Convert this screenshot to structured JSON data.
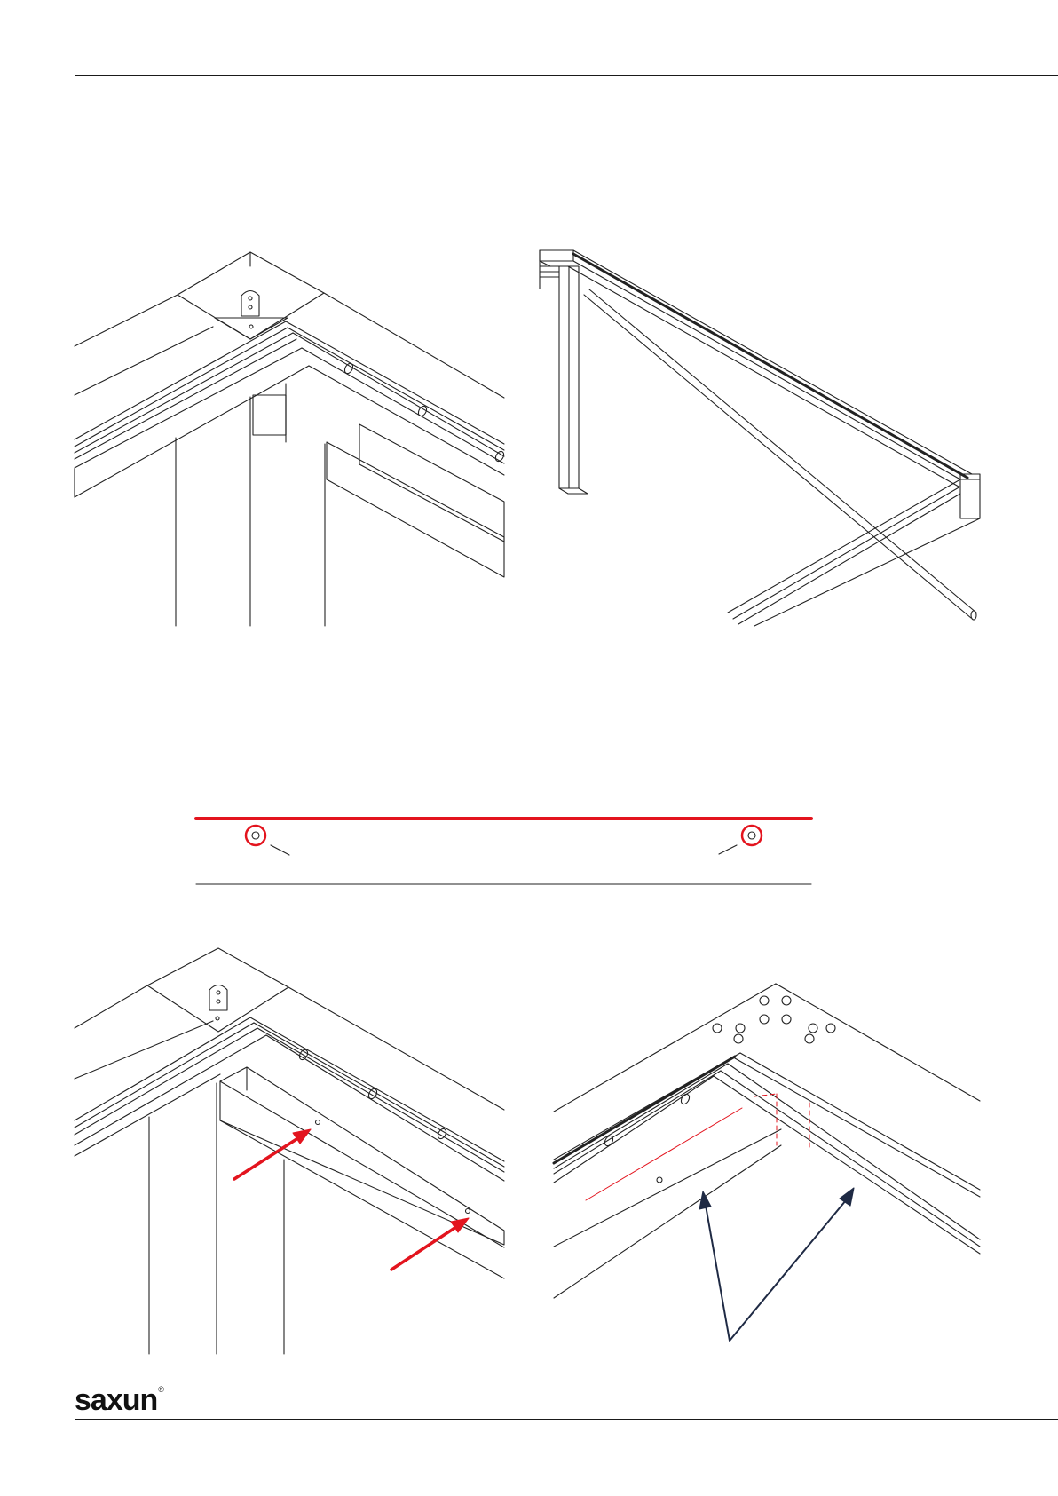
{
  "footer": {
    "logo_text": "saxun",
    "logo_mark": "®"
  },
  "colors": {
    "line": "#222222",
    "highlight": "#e3141e",
    "callout_arrow": "#1f2a44"
  },
  "figures": [
    {
      "id": "fig-1-corner-detail"
    },
    {
      "id": "fig-2-frame-overview"
    },
    {
      "id": "fig-3-profile-holes"
    },
    {
      "id": "fig-4-fixing-points"
    },
    {
      "id": "fig-5-gutter-joint"
    }
  ]
}
